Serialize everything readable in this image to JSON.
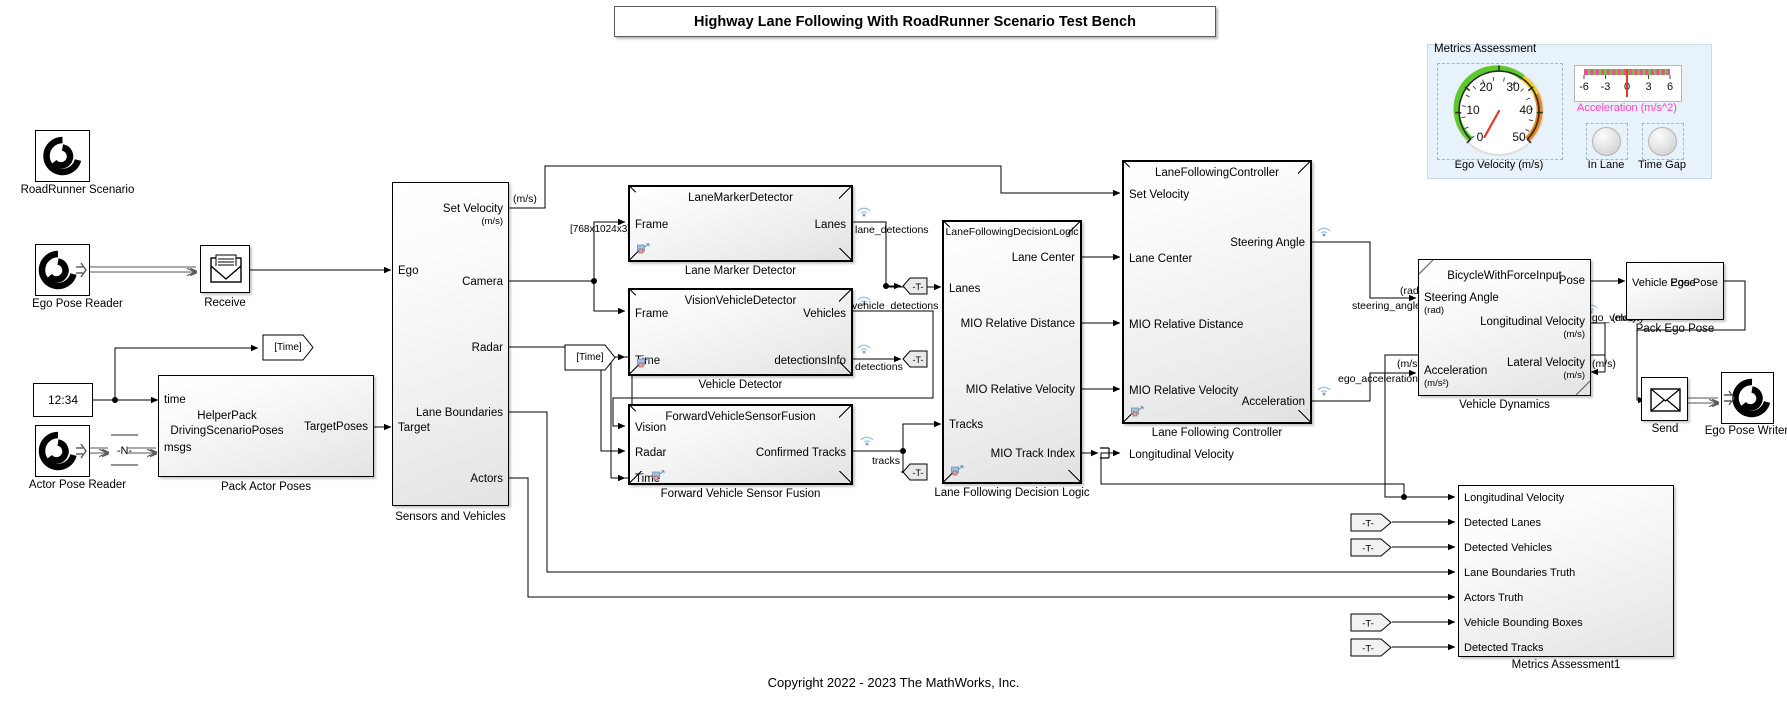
{
  "title_banner": {
    "text": "Highway Lane Following With RoadRunner Scenario Test Bench"
  },
  "copyright": {
    "text": "Copyright 2022 - 2023 The MathWorks, Inc."
  },
  "left_blocks": {
    "roadrunner_scenario": {
      "caption": "RoadRunner Scenario",
      "icon": "roadrunner-icon"
    },
    "ego_pose_reader": {
      "caption": "Ego Pose Reader",
      "icon": "roadrunner-read-icon"
    },
    "receive": {
      "caption": "Receive",
      "icon": "envelope-receive-icon"
    },
    "actor_pose_reader": {
      "caption": "Actor Pose Reader",
      "icon": "roadrunner-read-icon"
    },
    "clock_constant": {
      "value": "12:34",
      "name": "digital-clock"
    },
    "demux": {
      "value": "-N-"
    },
    "time_goto_tag": {
      "label": "[Time]"
    },
    "time_from_tag": {
      "label": "[Time]"
    }
  },
  "pack_actor_poses": {
    "title_line1": "HelperPack",
    "title_line2": "DrivingScenarioPoses",
    "caption": "Pack Actor Poses",
    "inputs": [
      "time",
      "msgs"
    ],
    "outputs": [
      "TargetPoses"
    ]
  },
  "sensors_and_vehicles": {
    "caption": "Sensors and Vehicles",
    "inputs": [
      "Ego",
      "Target"
    ],
    "outputs": [
      {
        "label": "Set Velocity",
        "unit": "(m/s)"
      },
      {
        "label": "Camera",
        "unit": ""
      },
      {
        "label": "Radar",
        "unit": ""
      },
      {
        "label": "Lane Boundaries",
        "unit": ""
      },
      {
        "label": "Actors",
        "unit": ""
      }
    ]
  },
  "lane_marker_detector": {
    "title": "LaneMarkerDetector",
    "caption": "Lane Marker Detector",
    "inputs": [
      "Frame"
    ],
    "outputs": [
      "Lanes"
    ]
  },
  "vehicle_detector": {
    "title": "VisionVehicleDetector",
    "caption": "Vehicle Detector",
    "inputs": [
      "Frame",
      "Time"
    ],
    "outputs": [
      "Vehicles",
      "detectionsInfo"
    ]
  },
  "forward_vehicle_sensor_fusion": {
    "title": "ForwardVehicleSensorFusion",
    "caption": "Forward Vehicle Sensor Fusion",
    "inputs": [
      "Vision",
      "Radar",
      "Time"
    ],
    "outputs": [
      "Confirmed Tracks"
    ]
  },
  "lane_following_decision_logic": {
    "title": "LaneFollowingDecisionLogic",
    "caption": "Lane Following Decision Logic",
    "inputs": [
      "Lanes",
      "Tracks"
    ],
    "outputs": [
      "Lane Center",
      "MIO Relative Distance",
      "MIO Relative Velocity",
      "MIO Track Index"
    ]
  },
  "lane_following_controller": {
    "title": "LaneFollowingController",
    "caption": "Lane Following Controller",
    "inputs": [
      "Set Velocity",
      "Lane Center",
      "MIO Relative Distance",
      "MIO Relative Velocity",
      "Longitudinal Velocity"
    ],
    "outputs": [
      "Steering Angle",
      "Acceleration"
    ]
  },
  "vehicle_dynamics": {
    "title": "BicycleWithForceInput",
    "caption": "Vehicle Dynamics",
    "inputs": [
      {
        "label": "Steering Angle",
        "unit": "(rad)"
      },
      {
        "label": "Acceleration",
        "unit": "(m/s²)"
      }
    ],
    "outputs": [
      {
        "label": "Pose",
        "unit": ""
      },
      {
        "label": "Longitudinal Velocity",
        "unit": "(m/s)"
      },
      {
        "label": "Lateral Velocity",
        "unit": "(m/s)"
      }
    ]
  },
  "pack_ego_pose": {
    "caption": "Pack Ego Pose",
    "inputs": [
      "Vehicle Pose"
    ],
    "outputs": [
      "Ego Pose"
    ]
  },
  "send_block": {
    "caption": "Send",
    "icon": "envelope-send-icon"
  },
  "ego_pose_writer": {
    "caption": "Ego Pose Writer",
    "icon": "roadrunner-write-icon"
  },
  "signal_labels": {
    "camera_dim": "[768x1024x3]",
    "lane_detections": "lane_detections",
    "vehicle_detections": "vehicle_detections",
    "detections": "detections",
    "tracks": "tracks",
    "steering_angle": "steering_angle",
    "steering_angle_unit": "(rad)",
    "ego_acceleration": "ego_acceleration",
    "ego_acceleration_unit": "(m/s²)",
    "ego_velocity": "ego_velocity",
    "ego_velocity_unit": "(m/s)",
    "set_velocity_unit": "(m/s)"
  },
  "goto_tags": {
    "label": "-T-"
  },
  "metrics_assessment_panel": {
    "title": "Metrics Assessment",
    "gauge": {
      "label": "Ego Velocity (m/s)",
      "ticks": [
        "0",
        "10",
        "20",
        "30",
        "40",
        "50"
      ],
      "min": 0,
      "max": 50,
      "value": 6,
      "band_green": [
        0,
        35
      ],
      "band_yellow": [
        35,
        45
      ],
      "band_orange": [
        45,
        50
      ]
    },
    "linear_gauge": {
      "label": "Acceleration (m/s^2)",
      "label_color": "#ff3fbf",
      "ticks": [
        "-6",
        "-3",
        "0",
        "3",
        "6"
      ],
      "min": -6,
      "max": 6,
      "value": 0
    },
    "lamps": [
      {
        "label": "In Lane"
      },
      {
        "label": "Time Gap"
      }
    ]
  },
  "metrics_assessment1": {
    "caption": "Metrics Assessment1",
    "inputs": [
      "Longitudinal Velocity",
      "Detected Lanes",
      "Detected Vehicles",
      "Lane Boundaries Truth",
      "Actors Truth",
      "Vehicle Bounding Boxes",
      "Detected Tracks"
    ],
    "from_tag_rows": [
      1,
      2,
      5,
      6
    ]
  }
}
